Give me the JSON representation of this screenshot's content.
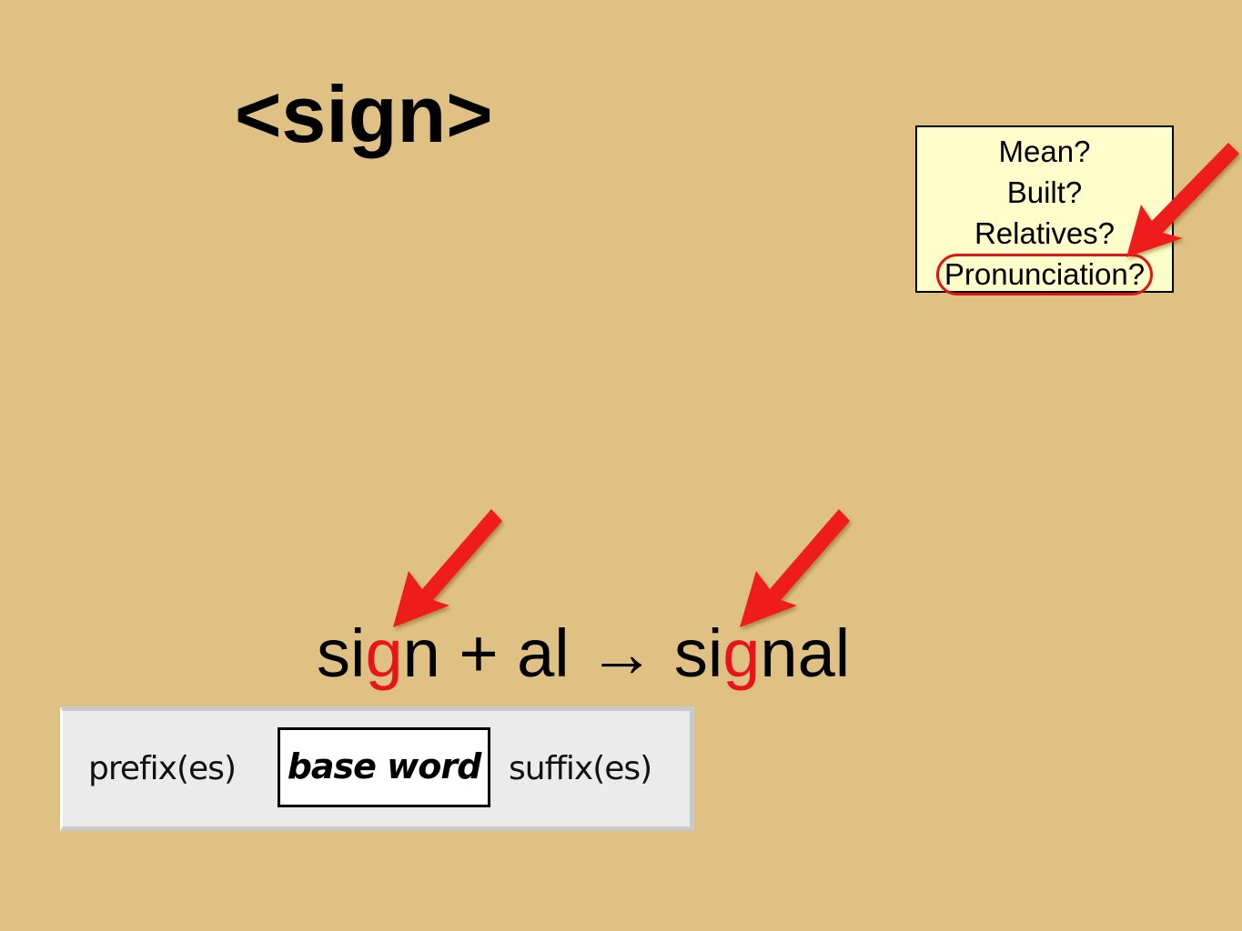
{
  "title": "<sign>",
  "questions": {
    "mean": "Mean?",
    "built": "Built?",
    "relatives": "Relatives?",
    "pronunciation": "Pronunciation?"
  },
  "equation": {
    "word_start": "si",
    "word_hl": "g",
    "word_end": "n",
    "op_plus": " + al ",
    "arrow": "→",
    "result_start": " si",
    "result_hl": "g",
    "result_end": "nal"
  },
  "morphology": {
    "prefix": "prefix(es)",
    "base": "base word",
    "suffix": "suffix(es)"
  },
  "colors": {
    "background": "#dfc283",
    "highlight": "#e8141c",
    "arrow": "#ee1a1a",
    "question_box": "#fffdc9"
  },
  "icons": [
    "red-arrow-icon"
  ]
}
